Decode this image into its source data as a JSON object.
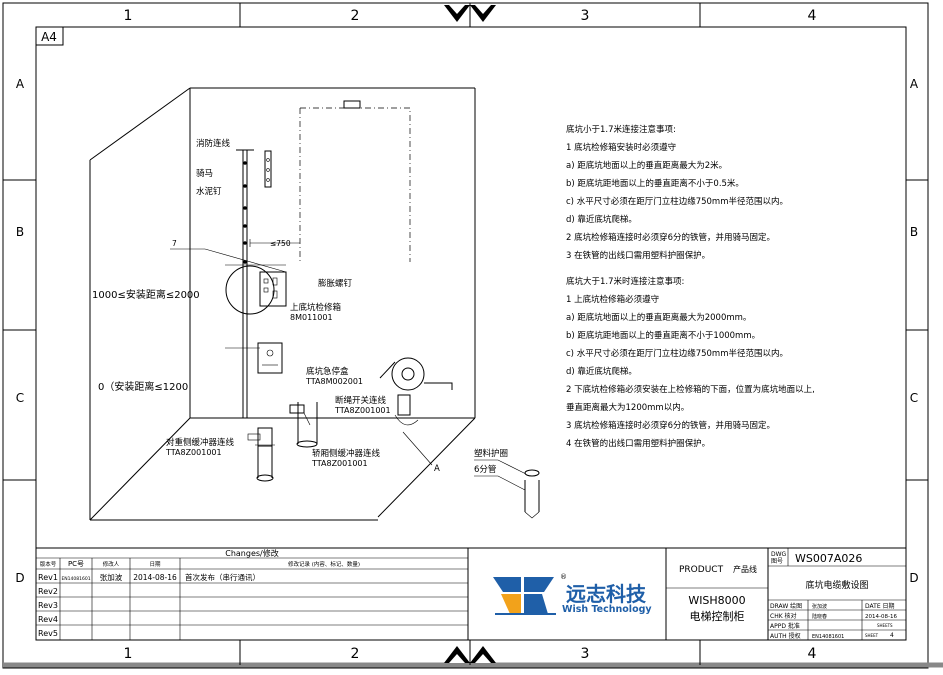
{
  "frame": {
    "column_labels": [
      "1",
      "2",
      "3",
      "4"
    ],
    "row_labels": [
      "A",
      "B",
      "C",
      "D"
    ],
    "sheet_size": "A4"
  },
  "callouts": {
    "fire_line": "消防连线",
    "saddle": "骑马",
    "cement_nail": "水泥钉",
    "expansion_screw": "膨胀螺钉",
    "upper_box": "上底坑检修箱",
    "upper_box_code": "8M011001",
    "estop_box": "底坑急停盒",
    "estop_code": "TTA8M002001",
    "rope_switch": "断绳开关连线",
    "rope_switch_code": "TTA8Z001001",
    "cwt_buffer": "对重侧缓冲器连线",
    "cwt_buffer_code": "TTA8Z001001",
    "car_buffer": "轿厢侧缓冲器连线",
    "car_buffer_code": "TTA8Z001001",
    "range_upper": "1000≤安装距离≤2000",
    "range_lower": "0（安装距离≤1200",
    "dim_750": "≤750",
    "item_7": "7",
    "section_a": "A",
    "plastic_ring": "塑料护圈",
    "pipe_6": "6分管"
  },
  "notes": {
    "small_title": "底坑小于1.7米连接注意事项:",
    "small_items": [
      "1 底坑检修箱安装时必须遵守",
      "a) 距底坑地面以上的垂直距离最大为2米。",
      "b) 距底坑距地面以上的垂直距离不小于0.5米。",
      "c) 水平尺寸必须在距厅门立柱边缘750mm半径范围以内。",
      "d) 靠近底坑爬梯。",
      "2 底坑检修箱连接时必须穿6分的铁管，并用骑马固定。",
      "3 在铁管的出线口需用塑料护圈保护。"
    ],
    "large_title": "底坑大于1.7米时连接注意事项:",
    "large_items": [
      "1 上底坑检修箱必须遵守",
      "a) 距底坑地面以上的垂直距离最大为2000mm。",
      "b) 距底坑距地面以上的垂直距离不小于1000mm。",
      "c) 水平尺寸必须在距厅门立柱边缘750mm半径范围以内。",
      "d) 靠近底坑爬梯。",
      "2 下底坑检修箱必须安装在上检修箱的下面，位置为底坑地面以上,",
      "   垂直距离最大为1200mm以内。",
      "3 底坑检修箱连接时必须穿6分的铁管，并用骑马固定。",
      "4 在铁管的出线口需用塑料护圈保护。"
    ]
  },
  "changes": {
    "title": "Changes/修改",
    "headers": [
      "版本号",
      "PC号",
      "修改人",
      "日期",
      "修改记录 (内容、标记、数量)"
    ],
    "rows": [
      [
        "Rev1",
        "EN14081601",
        "张加波",
        "2014-08-16",
        "首次发布（串行通讯）"
      ],
      [
        "Rev2",
        "",
        "",
        "",
        ""
      ],
      [
        "Rev3",
        "",
        "",
        "",
        ""
      ],
      [
        "Rev4",
        "",
        "",
        "",
        ""
      ],
      [
        "Rev5",
        "",
        "",
        "",
        ""
      ]
    ]
  },
  "logo": {
    "registered": "®",
    "cn_name": "远志科技",
    "en_name": "Wish Technology"
  },
  "title_block": {
    "product_label": "PRODUCT",
    "product_cn": "产品线",
    "product_model": "WISH8000",
    "product_name": "电梯控制柜",
    "dwg_label": "DWG",
    "dwg_cn": "图号",
    "dwg_no": "WS007A026",
    "drawing_title": "底坑电缆敷设图",
    "draw_label": "DRAW 绘图",
    "draw_name": "张加波",
    "chk_label": "CHK  核对",
    "chk_name": "陆晓春",
    "appd_label": "APPD 批准",
    "auth_label": "AUTH 授权",
    "auth_value": "EN14081601",
    "date_label": "DATE 日期",
    "date_value": "2014-08-16",
    "sheets_label": "SHEETS",
    "sheet_label": "SHEET",
    "sheet_value": "4"
  }
}
